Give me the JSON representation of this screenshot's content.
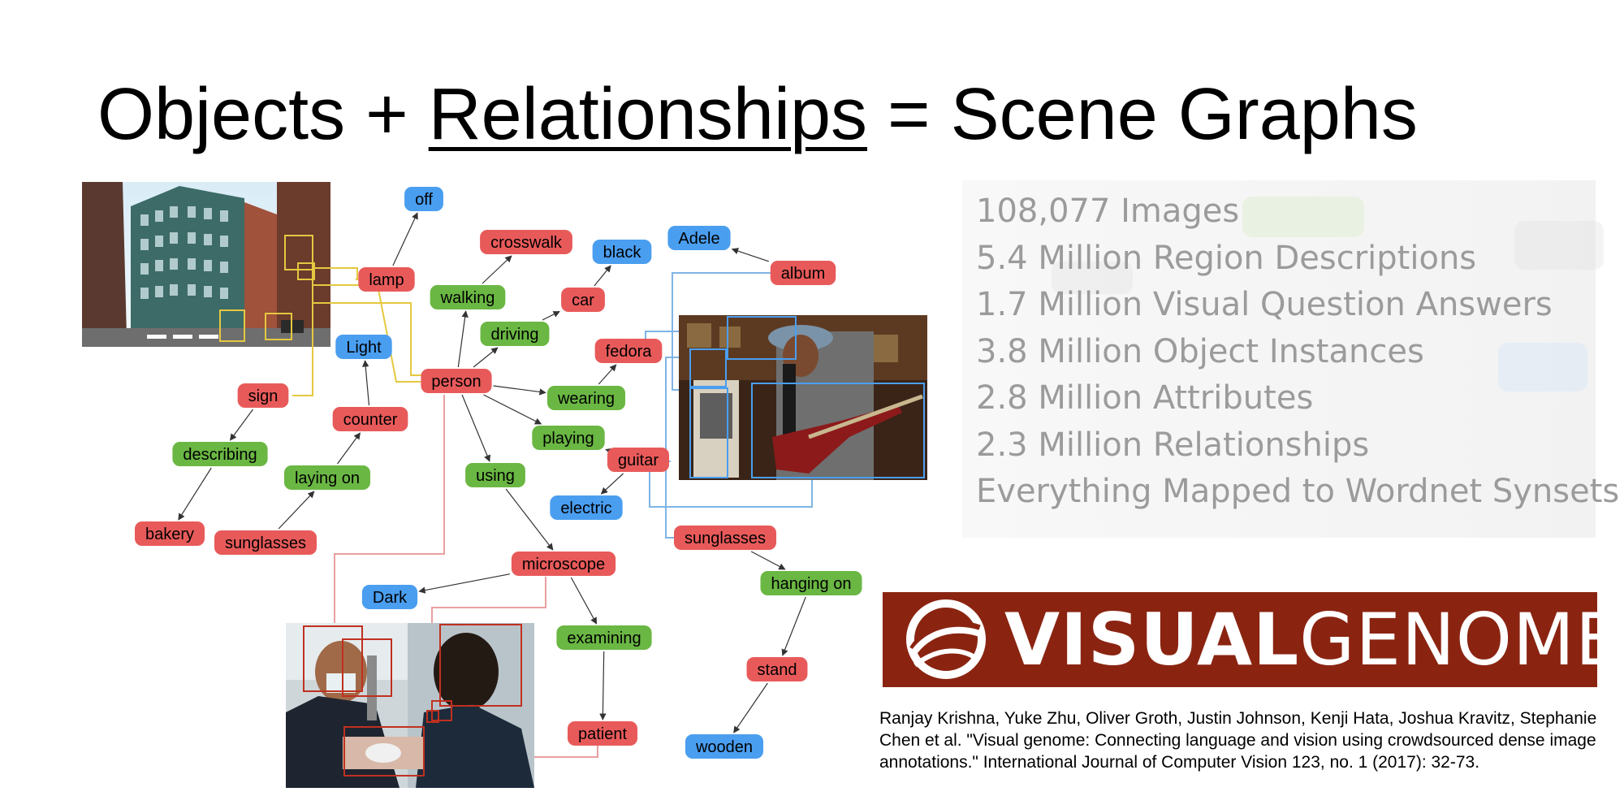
{
  "slide": {
    "title_prefix": "Objects + ",
    "title_underlined": "Relationships",
    "title_suffix": " = Scene Graphs"
  },
  "stats": [
    "108,077 Images",
    "5.4 Million Region Descriptions",
    "1.7 Million Visual Question Answers",
    "3.8 Million Object Instances",
    "2.8 Million Attributes",
    "2.3 Million Relationships",
    "Everything Mapped to Wordnet Synsets"
  ],
  "logo": {
    "bold_part": "VISUAL",
    "light_part": "GENOME"
  },
  "citation": "Ranjay Krishna, Yuke Zhu, Oliver Groth, Justin Johnson, Kenji Hata, Joshua Kravitz, Stephanie Chen et al. \"Visual genome: Connecting language and vision using crowdsourced dense image annotations.\" International Journal of Computer Vision 123, no. 1 (2017): 32-73.",
  "colors": {
    "object": "#e85a5a",
    "relationship": "#6ab743",
    "attribute": "#4a9ef0",
    "logo_bg": "#8a2411",
    "stats_text": "#9b9b9b"
  },
  "graph": {
    "nodes": [
      {
        "id": "off",
        "label": "off",
        "kind": "attribute"
      },
      {
        "id": "lamp",
        "label": "lamp",
        "kind": "object"
      },
      {
        "id": "crosswalk",
        "label": "crosswalk",
        "kind": "object"
      },
      {
        "id": "black",
        "label": "black",
        "kind": "attribute"
      },
      {
        "id": "adele",
        "label": "Adele",
        "kind": "attribute"
      },
      {
        "id": "album",
        "label": "album",
        "kind": "object"
      },
      {
        "id": "walking",
        "label": "walking",
        "kind": "relationship"
      },
      {
        "id": "car",
        "label": "car",
        "kind": "object"
      },
      {
        "id": "driving",
        "label": "driving",
        "kind": "relationship"
      },
      {
        "id": "fedora",
        "label": "fedora",
        "kind": "object"
      },
      {
        "id": "light",
        "label": "Light",
        "kind": "attribute"
      },
      {
        "id": "person",
        "label": "person",
        "kind": "object"
      },
      {
        "id": "wearing",
        "label": "wearing",
        "kind": "relationship"
      },
      {
        "id": "sign",
        "label": "sign",
        "kind": "object"
      },
      {
        "id": "counter",
        "label": "counter",
        "kind": "object"
      },
      {
        "id": "playing",
        "label": "playing",
        "kind": "relationship"
      },
      {
        "id": "describing",
        "label": "describing",
        "kind": "relationship"
      },
      {
        "id": "guitar",
        "label": "guitar",
        "kind": "object"
      },
      {
        "id": "layingon",
        "label": "laying on",
        "kind": "relationship"
      },
      {
        "id": "using",
        "label": "using",
        "kind": "relationship"
      },
      {
        "id": "electric",
        "label": "electric",
        "kind": "attribute"
      },
      {
        "id": "bakery",
        "label": "bakery",
        "kind": "object"
      },
      {
        "id": "sunglasses1",
        "label": "sunglasses",
        "kind": "object"
      },
      {
        "id": "sunglasses2",
        "label": "sunglasses",
        "kind": "object"
      },
      {
        "id": "microscope",
        "label": "microscope",
        "kind": "object"
      },
      {
        "id": "hangingon",
        "label": "hanging on",
        "kind": "relationship"
      },
      {
        "id": "dark",
        "label": "Dark",
        "kind": "attribute"
      },
      {
        "id": "examining",
        "label": "examining",
        "kind": "relationship"
      },
      {
        "id": "stand",
        "label": "stand",
        "kind": "object"
      },
      {
        "id": "patient",
        "label": "patient",
        "kind": "object"
      },
      {
        "id": "wooden",
        "label": "wooden",
        "kind": "attribute"
      }
    ],
    "edges": [
      [
        "lamp",
        "off"
      ],
      [
        "person",
        "walking"
      ],
      [
        "walking",
        "crosswalk"
      ],
      [
        "person",
        "driving"
      ],
      [
        "driving",
        "car"
      ],
      [
        "car",
        "black"
      ],
      [
        "album",
        "adele"
      ],
      [
        "person",
        "wearing"
      ],
      [
        "wearing",
        "fedora"
      ],
      [
        "person",
        "playing"
      ],
      [
        "playing",
        "guitar"
      ],
      [
        "guitar",
        "electric"
      ],
      [
        "person",
        "using"
      ],
      [
        "using",
        "microscope"
      ],
      [
        "microscope",
        "dark"
      ],
      [
        "microscope",
        "examining"
      ],
      [
        "examining",
        "patient"
      ],
      [
        "counter",
        "light"
      ],
      [
        "sign",
        "describing"
      ],
      [
        "describing",
        "bakery"
      ],
      [
        "sunglasses1",
        "layingon"
      ],
      [
        "layingon",
        "counter"
      ],
      [
        "sunglasses2",
        "hangingon"
      ],
      [
        "hangingon",
        "stand"
      ],
      [
        "stand",
        "wooden"
      ]
    ]
  },
  "photos": [
    {
      "id": "street",
      "depicts": "street-scene"
    },
    {
      "id": "guitarist",
      "depicts": "woman-playing-guitar"
    },
    {
      "id": "dentist",
      "depicts": "dentist-examining-patient"
    }
  ]
}
